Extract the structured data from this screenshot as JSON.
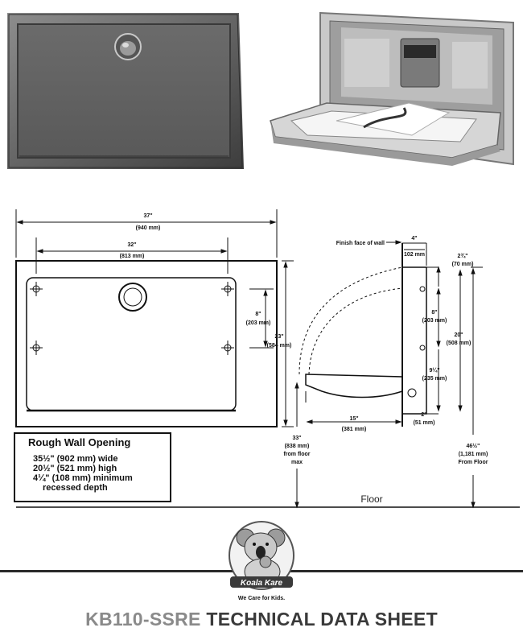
{
  "drawing": {
    "overall_width": "37\"",
    "overall_width_mm": "(940 mm)",
    "mount_width": "32\"",
    "mount_width_mm": "(813 mm)",
    "mount_spacing": "8\"",
    "mount_spacing_mm": "(203 mm)",
    "overall_height": "23\"",
    "overall_height_mm": "(584 mm)",
    "finish_face_label": "Finish face of wall",
    "depth": "4\"",
    "depth_mm": "102 mm",
    "top_offset": "2¾\"",
    "top_offset_mm": "(70 mm)",
    "side_spacing": "8\"",
    "side_spacing_mm": "(203 mm)",
    "side_height": "20\"",
    "side_height_mm": "(508 mm)",
    "lower_spacing": "9¼\"",
    "lower_spacing_mm": "(235 mm)",
    "bottom_offset": "2\"",
    "bottom_offset_mm": "(51 mm)",
    "bed_projection": "15\"",
    "bed_projection_mm": "(381 mm)",
    "floor_height": "33\"",
    "floor_height_mm": "(838 mm)",
    "floor_height_note1": "from floor",
    "floor_height_note2": "max",
    "top_height": "46½\"",
    "top_height_mm": "(1,181 mm)",
    "top_height_note": "From Floor",
    "floor_label": "Floor"
  },
  "rough_opening": {
    "title": "Rough Wall Opening",
    "lines": [
      "35½\" (902 mm) wide",
      "20½\" (521 mm) high",
      "4¼\" (108 mm) minimum",
      "recessed depth"
    ]
  },
  "logo": {
    "brand": "Koala Kare",
    "tagline": "We Care for Kids."
  },
  "footer": {
    "model": "KB110-SSRE",
    "title": "TECHNICAL DATA SHEET"
  }
}
